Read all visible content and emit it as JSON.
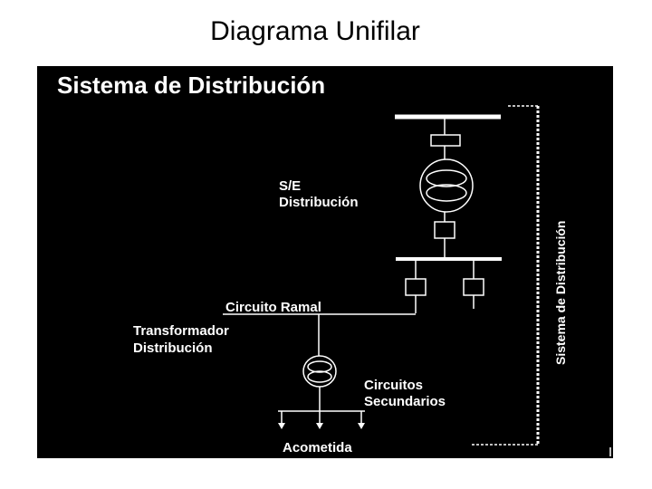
{
  "slide": {
    "title": "Diagrama  Unifilar"
  },
  "diagram": {
    "header": "Sistema de Distribución",
    "substation_label": [
      "S/E",
      "Distribución"
    ],
    "branch_circuit_label": "Circuito Ramal",
    "transformer_label": [
      "Transformador",
      "Distribución"
    ],
    "secondary_circuits_label": [
      "Circuitos",
      "Secundarios"
    ],
    "service_drop_label": "Acometida",
    "side_label": "Sistema de Distribución",
    "colors": {
      "background": "#000000",
      "lines": "#ffffff"
    }
  }
}
